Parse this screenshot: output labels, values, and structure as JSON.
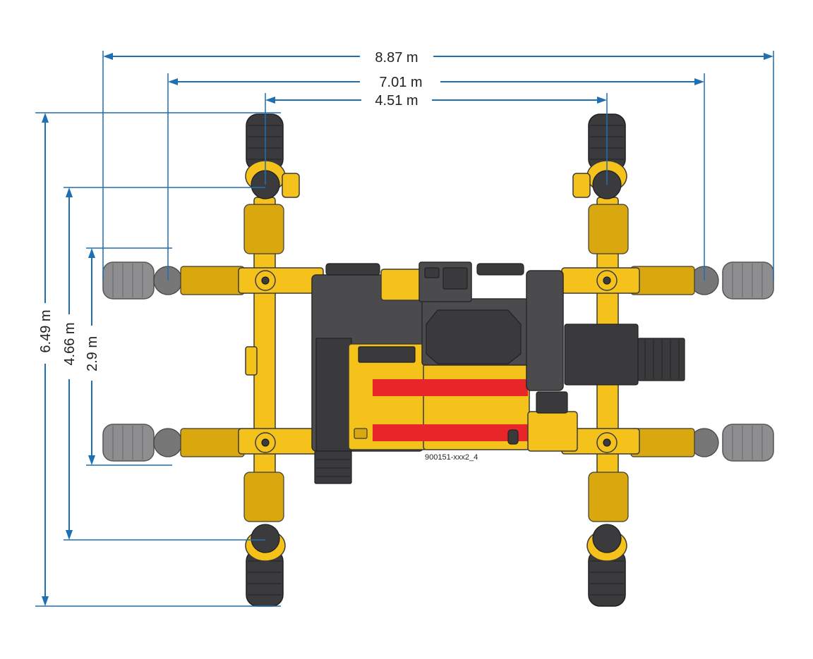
{
  "dimensions": {
    "width_outer": "8.87 m",
    "width_middle": "7.01 m",
    "width_inner": "4.51 m",
    "length_outer": "6.49 m",
    "length_middle": "4.66 m",
    "length_inner": "2.9 m"
  },
  "drawing_code": "900151-xxx2_4",
  "colors": {
    "dimension_lines": "#1f6fb3",
    "machine_yellow": "#f5c21b",
    "machine_dark": "#4b4b4d",
    "stripe_red": "#e8262a",
    "tire_dark": "#3b3b3d",
    "tire_ghost": "#8e8e90"
  }
}
